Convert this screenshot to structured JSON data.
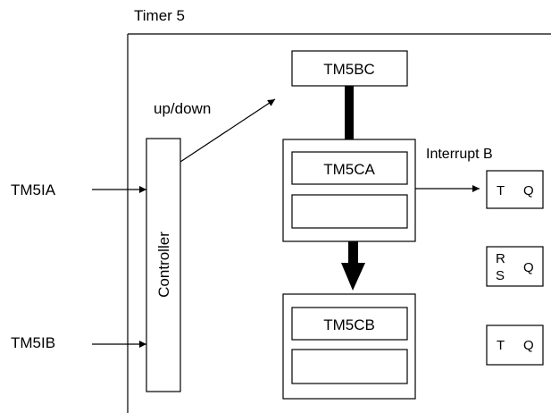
{
  "title": "Timer 5",
  "inputs": {
    "a": "TM5IA",
    "b": "TM5IB"
  },
  "controller": {
    "label": "Controller",
    "output_label": "up/down"
  },
  "registers": {
    "bc": "TM5BC",
    "ca": "TM5CA",
    "cb": "TM5CB"
  },
  "interrupt": {
    "label": "Interrupt B"
  },
  "flipflops": [
    {
      "pins": [
        "T",
        "Q"
      ]
    },
    {
      "pins": [
        "R",
        "S",
        "Q"
      ]
    },
    {
      "pins": [
        "T",
        "Q"
      ]
    }
  ]
}
